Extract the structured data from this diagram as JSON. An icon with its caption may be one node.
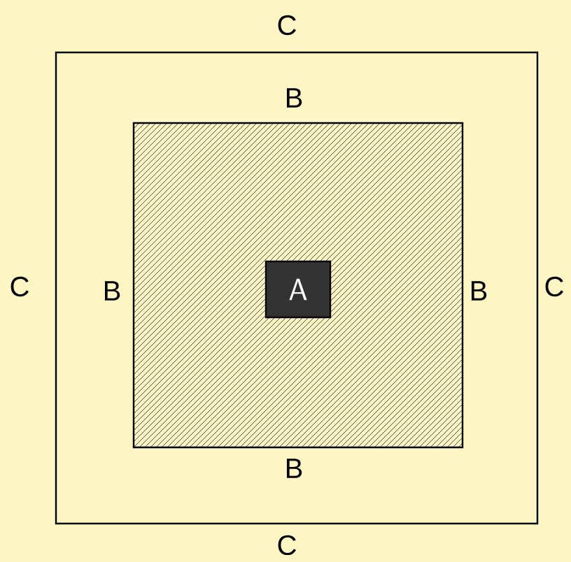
{
  "diagram": {
    "nodes": [
      {
        "text": [],
        "shape": "box",
        "beside": [
          "C",
          "C",
          "C",
          "C"
        ]
      },
      {
        "text": [],
        "shape": "box",
        "in": 0,
        "beside": [
          "B",
          "B",
          "B",
          "B"
        ]
      },
      {
        "text": [
          "A"
        ],
        "in": 1
      }
    ]
  }
}
